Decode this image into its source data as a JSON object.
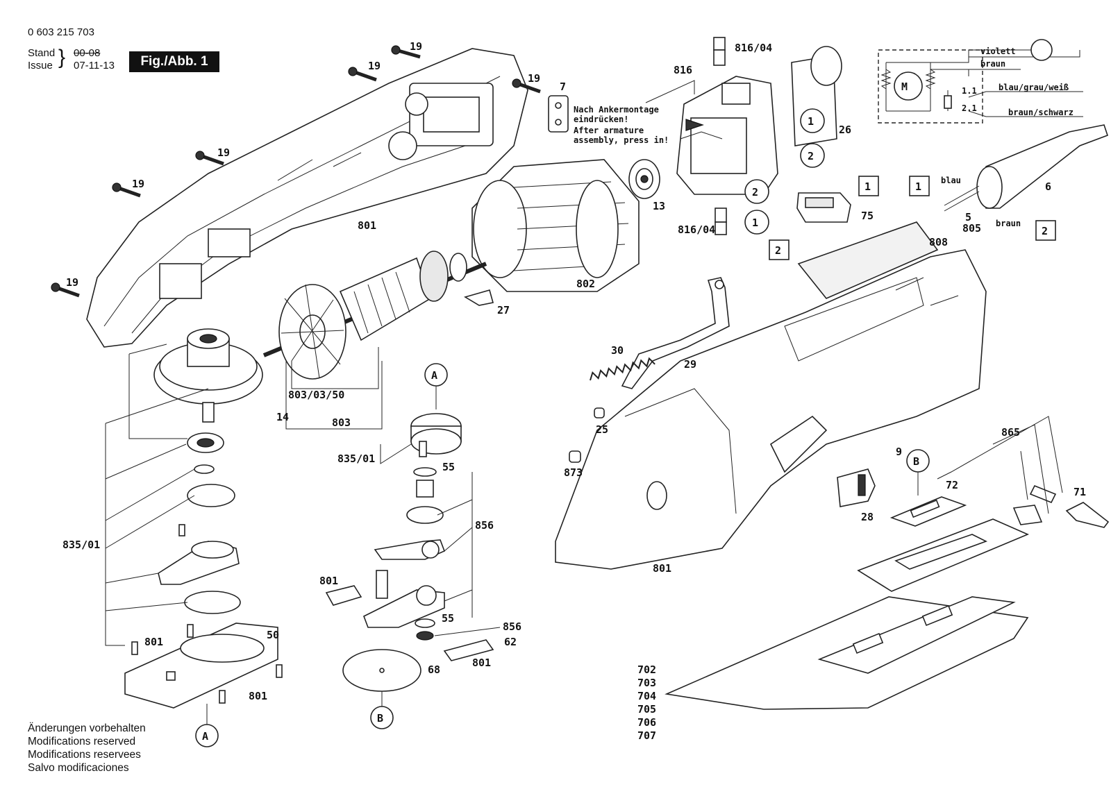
{
  "header": {
    "part_number": "0 603 215 703",
    "stand_label": "Stand",
    "issue_label": "Issue",
    "stand_date": "00-08",
    "issue_date": "07-11-13",
    "figure_label": "Fig./Abb. 1"
  },
  "assembly_note": [
    "Nach Ankermontage",
    "eindrücken!",
    "After armature",
    "assembly, press in!"
  ],
  "wiring": {
    "wire_violett": "violett",
    "wire_braun": "braun",
    "wire_blau_grau_weiss": "blau/grau/weiß",
    "wire_braun_schwarz": "braun/schwarz",
    "motor_symbol": "M",
    "contact_1_1": "1.1",
    "contact_2_1": "2.1",
    "cable_blau": "blau",
    "cable_braun": "braun"
  },
  "part_labels": {
    "p19a": "19",
    "p19b": "19",
    "p19c": "19",
    "p19d": "19",
    "p19e": "19",
    "p19f": "19",
    "p7": "7",
    "p816_04_top": "816/04",
    "p816": "816",
    "p26": "26",
    "p13": "13",
    "p75": "75",
    "p816_04_bot": "816/04",
    "p6": "6",
    "p5": "5",
    "p805": "805",
    "p808": "808",
    "p801_housing": "801",
    "p802": "802",
    "p27": "27",
    "p30": "30",
    "p29": "29",
    "p25": "25",
    "p873": "873",
    "p803_03_50": "803/03/50",
    "p14": "14",
    "p803": "803",
    "p835_01_left": "835/01",
    "p835_01_mid": "835/01",
    "p55a": "55",
    "p856a": "856",
    "p801_mid": "801",
    "p55b": "55",
    "p856b": "856",
    "p62": "62",
    "p801_mid2": "801",
    "p68": "68",
    "p801_left1": "801",
    "p50": "50",
    "p801_left2": "801",
    "p801_body": "801",
    "p9": "9",
    "p28": "28",
    "p72": "72",
    "p865": "865",
    "p71": "71",
    "p702": "702",
    "p703": "703",
    "p704": "704",
    "p705": "705",
    "p706": "706",
    "p707": "707",
    "circleA_top": "A",
    "circleA_bot": "A",
    "circleB_top": "B",
    "circleB_bot": "B",
    "circ1a": "1",
    "circ2a": "2",
    "circ2b": "2",
    "circ1b": "1",
    "box1a": "1",
    "box2a": "2",
    "box1b": "1",
    "box2b": "2"
  },
  "notes": [
    "Änderungen vorbehalten",
    "Modifications reserved",
    "Modifications reservees",
    "Salvo modificaciones"
  ]
}
